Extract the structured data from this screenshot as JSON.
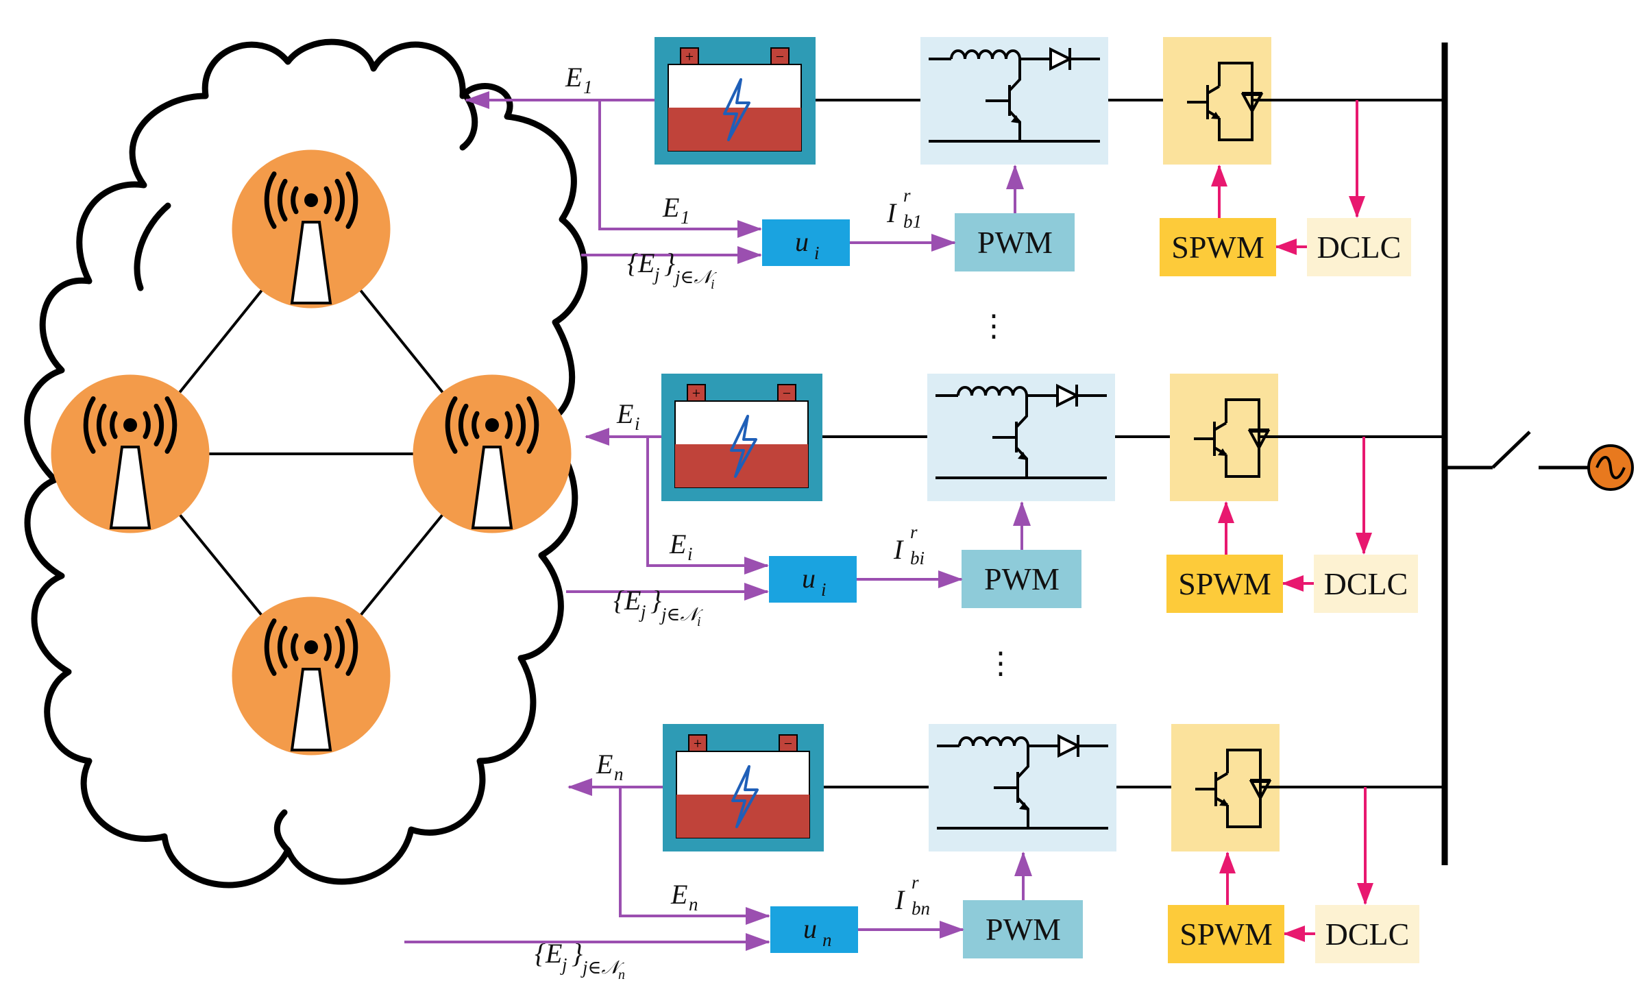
{
  "rows": [
    {
      "id": "1",
      "e_out": "E",
      "e_out_sub": "1",
      "e_in": "E",
      "e_in_sub": "1",
      "neighbors": "{E",
      "neighbors_sub1": "j",
      "neighbors_close": "}",
      "neighbors_sub2": "j∈𝒩",
      "neighbors_sub3": "i",
      "u": "u",
      "u_sub": "i",
      "i_ref": "I",
      "i_ref_sup": "r",
      "i_ref_sub": "b1",
      "pwm": "PWM",
      "spwm": "SPWM",
      "dclc": "DCLC"
    },
    {
      "id": "i",
      "e_out": "E",
      "e_out_sub": "i",
      "e_in": "E",
      "e_in_sub": "i",
      "neighbors": "{E",
      "neighbors_sub1": "j",
      "neighbors_close": "}",
      "neighbors_sub2": "j∈𝒩",
      "neighbors_sub3": "i",
      "u": "u",
      "u_sub": "i",
      "i_ref": "I",
      "i_ref_sup": "r",
      "i_ref_sub": "bi",
      "pwm": "PWM",
      "spwm": "SPWM",
      "dclc": "DCLC"
    },
    {
      "id": "n",
      "e_out": "E",
      "e_out_sub": "n",
      "e_in": "E",
      "e_in_sub": "n",
      "neighbors": "{E",
      "neighbors_sub1": "j",
      "neighbors_close": "}",
      "neighbors_sub2": "j∈𝒩",
      "neighbors_sub3": "n",
      "u": "u",
      "u_sub": "n",
      "i_ref": "I",
      "i_ref_sup": "r",
      "i_ref_sub": "bn",
      "pwm": "PWM",
      "spwm": "SPWM",
      "dclc": "DCLC"
    }
  ],
  "ellipsis": "⋮",
  "battery_plus": "+",
  "battery_minus": "−",
  "colors": {
    "purple": "#9b4fb0",
    "pink": "#e8186f",
    "battery_frame": "#2e9bb5",
    "battery_body": "#c0433a",
    "bolt": "#1f5fb8",
    "converter_bg": "#dcedf5",
    "pwm_bg": "#8ecbd9",
    "u_bg": "#1aa3e0",
    "inverter_bg": "#fbe29c",
    "spwm_bg": "#fdcb3a",
    "dclc_bg": "#fdf2d2",
    "node_orange": "#f39b4a",
    "source_orange": "#e8791e"
  }
}
